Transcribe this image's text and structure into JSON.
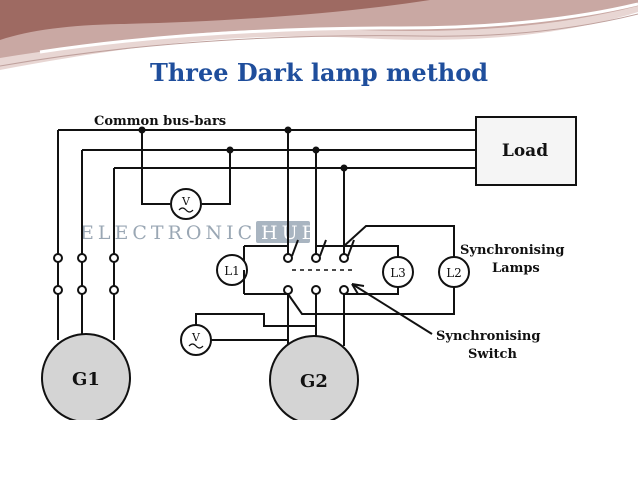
{
  "slide": {
    "title": "Three Dark lamp method"
  },
  "diagram": {
    "labels": {
      "bus": "Common bus-bars",
      "load": "Load",
      "generator_1": "G1",
      "generator_2": "G2",
      "lamp_1": "L1",
      "lamp_2": "L2",
      "lamp_3": "L3",
      "voltmeter": "V",
      "lamps_label_line1": "Synchronising",
      "lamps_label_line2": "Lamps",
      "switch_label_line1": "Synchronising",
      "switch_label_line2": "Switch",
      "watermark_left": "ELECTRONICS",
      "watermark_right": "HUB"
    },
    "colors": {
      "title": "#1f4e9c",
      "line": "#111111",
      "generator_fill": "#d4d4d4",
      "load_fill": "#f5f5f5",
      "banner_primary": "#c9a8a3",
      "banner_accent": "#9e6a62",
      "watermark": "#9aa7b4"
    }
  }
}
